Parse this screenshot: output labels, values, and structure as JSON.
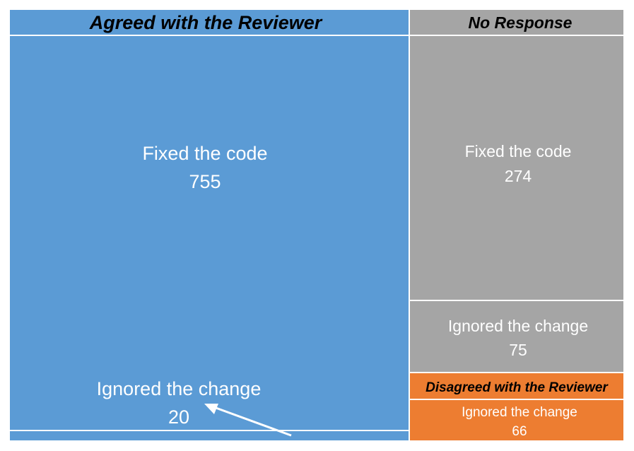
{
  "chart_data": {
    "type": "treemap",
    "colors": {
      "agreed": "#5b9bd5",
      "no_response": "#a5a5a5",
      "disagreed": "#ed7d31",
      "border": "#ffffff",
      "arrow": "#ffffff"
    },
    "groups": [
      {
        "name": "Agreed with the Reviewer",
        "color": "#5b9bd5",
        "items": [
          {
            "label": "Fixed the code",
            "value": 755
          },
          {
            "label": "Ignored the change",
            "value": 20
          }
        ]
      },
      {
        "name": "No Response",
        "color": "#a5a5a5",
        "items": [
          {
            "label": "Fixed the code",
            "value": 274
          },
          {
            "label": "Ignored the change",
            "value": 75
          }
        ]
      },
      {
        "name": "Disagreed with the Reviewer",
        "color": "#ed7d31",
        "items": [
          {
            "label": "Ignored the change",
            "value": 66
          }
        ]
      }
    ]
  }
}
